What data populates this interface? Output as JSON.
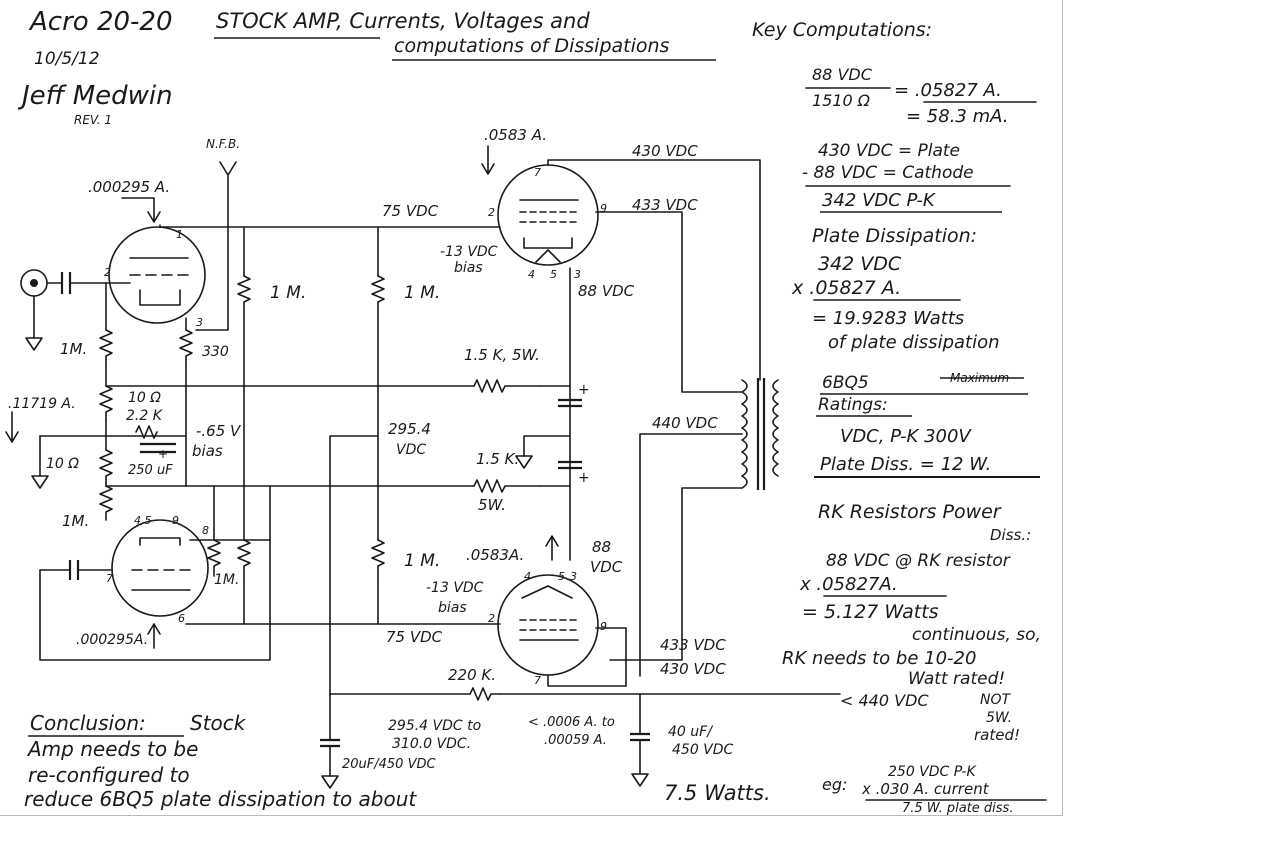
{
  "header": {
    "model": "Acro 20-20",
    "date": "10/5/12",
    "author": "Jeff Medwin",
    "rev": "REV. 1",
    "title_line1": "STOCK AMP, Currents, Voltages and",
    "title_line2": "computations of Dissipations"
  },
  "schematic": {
    "nfb": "N.F.B.",
    "i_v1_top": ".000295 A.",
    "i_v1_bot": ".000295A.",
    "i_bias_total": ".11719 A.",
    "r_1m": "1 M.",
    "r_1m_b": "1M.",
    "r_330": "330",
    "r_10": "10 Ω",
    "r_2k2": "2.2 K",
    "c_250": "250 uF",
    "bias_65": "-.65 V",
    "bias_word": "bias",
    "r_1k5_5w": "1.5 K, 5W.",
    "r_1k5": "1.5 K.",
    "r_5w": "5W.",
    "v_2954": "295.4",
    "vdc": "VDC",
    "v_75": "75 VDC",
    "bias_13": "-13 VDC",
    "v_88": "88 VDC",
    "v_88_a": "88",
    "v_430": "430 VDC",
    "v_433": "433 VDC",
    "v_440": "440 VDC",
    "v_440_in": "< 440 VDC",
    "i_top": ".0583 A.",
    "i_bot": ".0583A.",
    "r_220k": "220 K.",
    "v_range_a": "295.4 VDC to",
    "v_range_b": "310.0 VDC.",
    "i_range_a": "< .0006 A. to",
    "i_range_b": ".00059 A.",
    "c_20": "20uF/450 VDC",
    "c_40a": "40 uF/",
    "c_40b": "450 VDC",
    "pins": {
      "p1": "1",
      "p2": "2",
      "p3": "3",
      "p45": "4,5",
      "p9": "9",
      "p8": "8",
      "p7": "7",
      "p6": "6",
      "p4": "4",
      "p5": "5"
    }
  },
  "computations": {
    "heading": "Key Computations:",
    "frac_num": "88 VDC",
    "frac_den": "1510 Ω",
    "frac_eq1": "= .05827 A.",
    "frac_eq2": "= 58.3 mA.",
    "plate_line": "430 VDC = Plate",
    "cathode_line": "- 88 VDC = Cathode",
    "pk": "342 VDC P-K",
    "pd_heading": "Plate Dissipation:",
    "pd_a": "342 VDC",
    "pd_b": "x .05827 A.",
    "pd_c": "= 19.9283 Watts",
    "pd_d": "of plate dissipation",
    "max_a": "6BQ5",
    "max_b": "Maximum",
    "max_c": "Ratings:",
    "max_d": "VDC, P-K   300V",
    "max_e": "Plate Diss. = 12 W.",
    "rk_heading": "RK Resistors Power",
    "rk_diss": "Diss.:",
    "rk_a": "88 VDC @ RK resistor",
    "rk_b": "x .05827A.",
    "rk_c": "= 5.127 Watts",
    "rk_d": "continuous, so,",
    "rk_e": "RK needs to be 10-20",
    "rk_f": "Watt rated!",
    "not_a": "NOT",
    "not_b": "5W.",
    "not_c": "rated!",
    "eg_a": "eg:",
    "eg_b": "250 VDC P-K",
    "eg_c": "x .030 A. current",
    "eg_d": "7.5 W. plate diss."
  },
  "conclusion": {
    "label": "Conclusion:",
    "l1": "Stock",
    "l2": "Amp needs to be",
    "l3": "re-configured to",
    "l4": "reduce 6BQ5 plate dissipation to about",
    "l5": "7.5 Watts."
  }
}
